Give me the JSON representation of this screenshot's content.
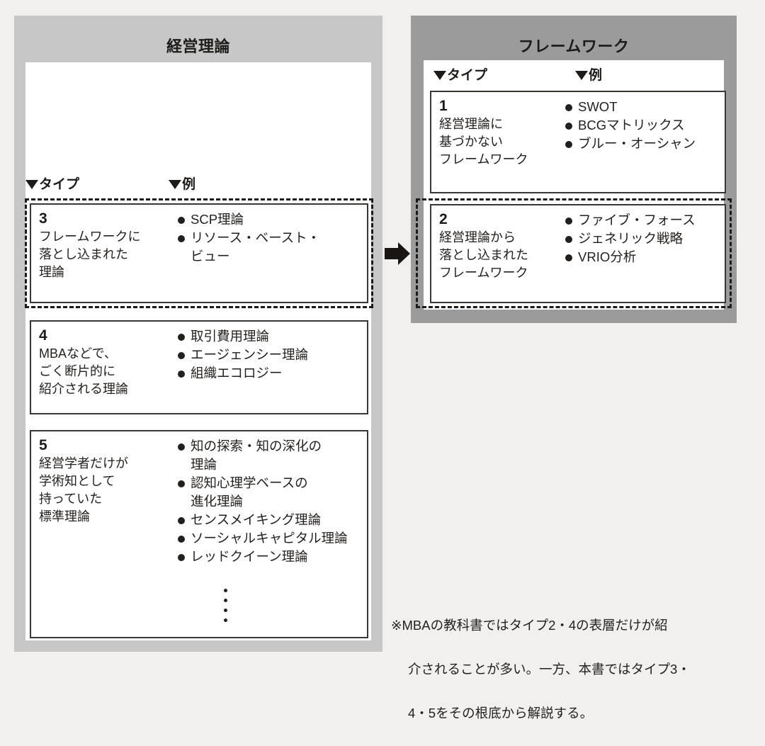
{
  "left_panel": {
    "title": "経営理論",
    "columns": {
      "type_header": "タイプ",
      "example_header": "例"
    },
    "cards": [
      {
        "number": "3",
        "label": "フレームワークに\n落とし込まれた\n理論",
        "examples": [
          "SCP理論",
          "リソース・ベースト・\nビュー"
        ]
      },
      {
        "number": "4",
        "label": "MBAなどで、\nごく断片的に\n紹介される理論",
        "examples": [
          "取引費用理論",
          "エージェンシー理論",
          "組織エコロジー"
        ]
      },
      {
        "number": "5",
        "label": "経営学者だけが\n学術知として\n持っていた\n標準理論",
        "examples": [
          "知の探索・知の深化の\n理論",
          "認知心理学ベースの\n進化理論",
          "センスメイキング理論",
          "ソーシャルキャピタル理論",
          "レッドクイーン理論"
        ],
        "continuation": "⋮"
      }
    ]
  },
  "right_panel": {
    "title": "フレームワーク",
    "columns": {
      "type_header": "タイプ",
      "example_header": "例"
    },
    "cards": [
      {
        "number": "1",
        "label": "経営理論に\n基づかない\nフレームワーク",
        "examples": [
          "SWOT",
          "BCGマトリックス",
          "ブルー・オーシャン"
        ]
      },
      {
        "number": "2",
        "label": "経営理論から\n落とし込まれた\nフレームワーク",
        "examples": [
          "ファイブ・フォース",
          "ジェネリック戦略",
          "VRIO分析"
        ]
      }
    ]
  },
  "arrow": {
    "direction": "right"
  },
  "footnote": {
    "line1": "※MBAの教科書ではタイプ2・4の表層だけが紹",
    "line2": "介されることが多い。一方、本書ではタイプ3・",
    "line3": "4・5をその根底から解説する。"
  },
  "colors": {
    "page_background": "#f1f0ef",
    "left_panel": "#c7c7c7",
    "right_panel": "#9b9b9b",
    "card_background": "#ffffff",
    "ink": "#231f1c"
  }
}
